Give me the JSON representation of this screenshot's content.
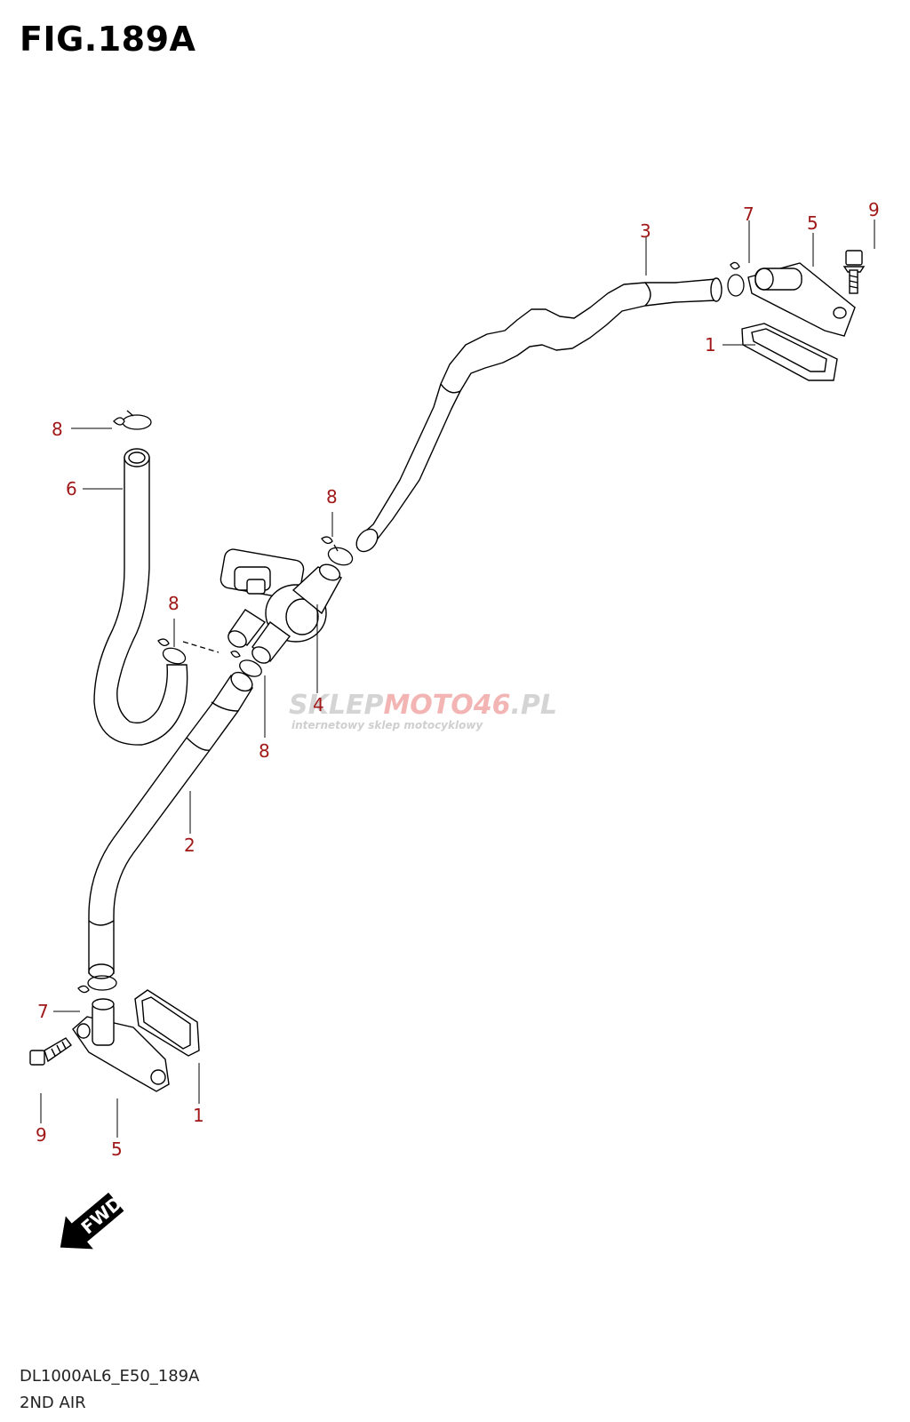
{
  "title": "FIG.189A",
  "footer": {
    "code": "DL1000AL6_E50_189A",
    "subtitle": "2ND AIR"
  },
  "watermark": {
    "brand_gray1": "SKLEP",
    "brand_red1": "MOTO",
    "brand_red2": "46",
    "brand_gray2": ".PL",
    "tagline": "internetowy sklep motocyklowy"
  },
  "fwd_label": "FWD",
  "callouts": [
    "3",
    "7",
    "5",
    "9",
    "1",
    "8",
    "6",
    "8",
    "8",
    "4",
    "8",
    "2",
    "7",
    "9",
    "5",
    "1"
  ],
  "colors": {
    "callout": "#a01818",
    "line": "#000000",
    "watermark_gray": "#d4d4d4",
    "watermark_red": "#f3b4b4"
  }
}
